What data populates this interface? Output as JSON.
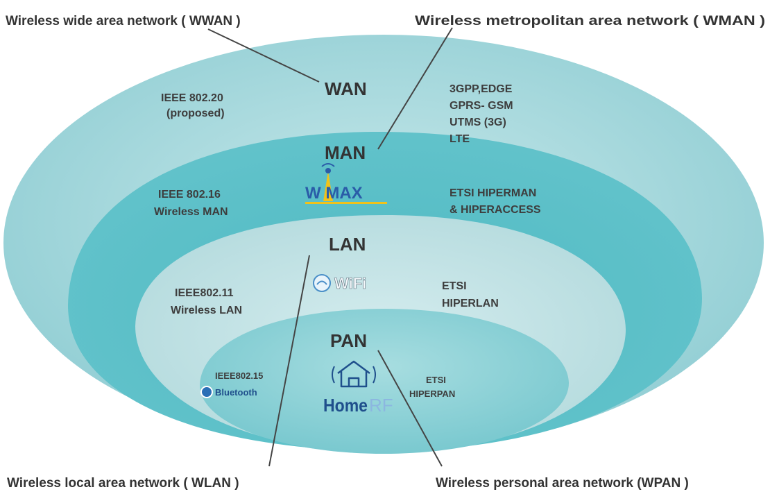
{
  "corners": {
    "top_left": "Wireless wide area network ( WWAN )",
    "top_right": "Wireless metropolitan area network ( WMAN )",
    "bottom_left": "Wireless local area network ( WLAN )",
    "bottom_right": "Wireless personal area network (WPAN )"
  },
  "wan": {
    "title": "WAN",
    "left_line1": "IEEE 802.20",
    "left_line2": "(proposed)",
    "right_line1": "3GPP,EDGE",
    "right_line2": "GPRS- GSM",
    "right_line3": "UTMS (3G)",
    "right_line4": "LTE"
  },
  "man": {
    "title": "MAN",
    "logo_text": "W MAX",
    "left_line1": "IEEE 802.16",
    "left_line2": "Wireless MAN",
    "right_line1": "ETSI HIPERMAN",
    "right_line2": "& HIPERACCESS"
  },
  "lan": {
    "title": "LAN",
    "logo_text": "WiFi",
    "left_line1": "IEEE802.11",
    "left_line2": "Wireless LAN",
    "right_line1": "ETSI",
    "right_line2": "HIPERLAN"
  },
  "pan": {
    "title": "PAN",
    "left_line1": "IEEE802.15",
    "left_logo_text": "Bluetooth",
    "logo_home": "Home",
    "logo_rf": "RF",
    "right_line1": "ETSI",
    "right_line2": "HIPERPAN"
  },
  "colors": {
    "wan_ring": "#a9d8dc",
    "man_ring": "#5fc2c9",
    "lan_ring": "#bfe0e2",
    "pan_ring": "#8ad0d6",
    "text": "#3a3a3a",
    "logo_blue": "#1f4f8c"
  }
}
